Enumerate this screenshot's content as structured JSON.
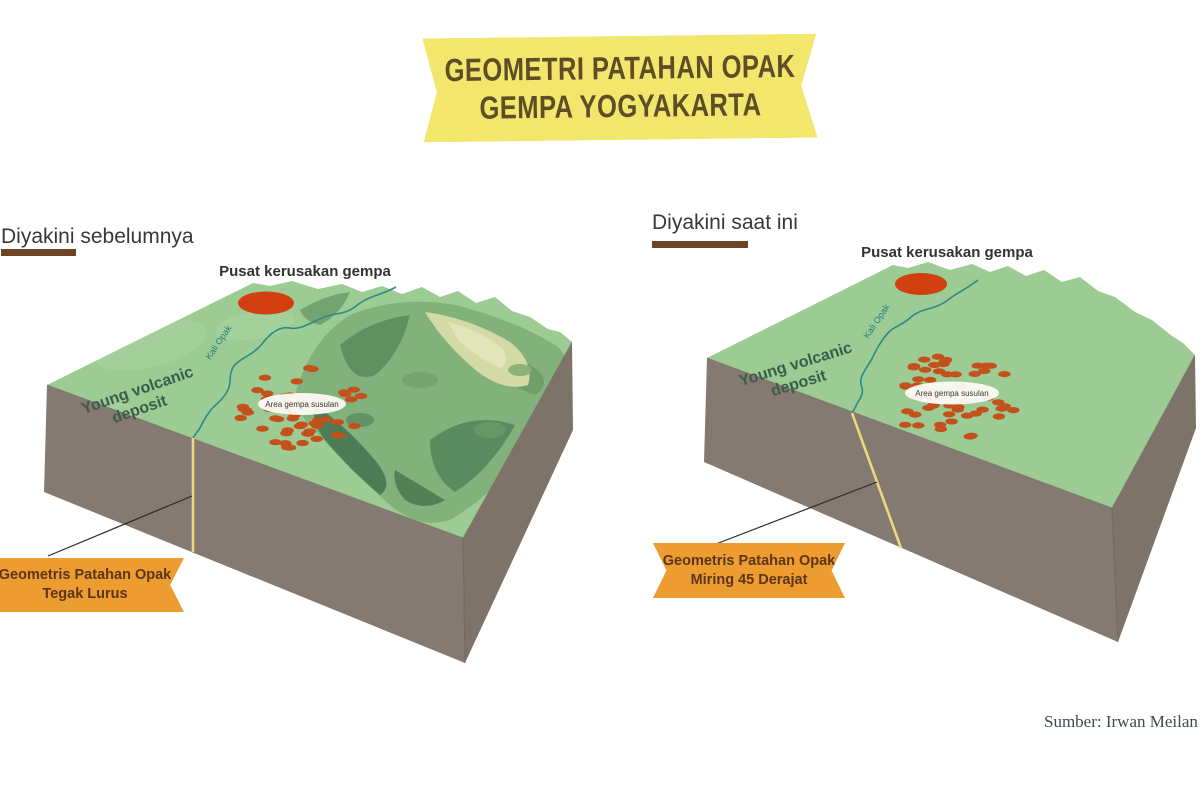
{
  "title": {
    "line1": "GEOMETRI PATAHAN OPAK",
    "line2": "GEMPA YOGYAKARTA"
  },
  "panels": [
    {
      "heading": "Diyakini sebelumnya",
      "damage_label": "Pusat kerusakan gempa",
      "aftershock_label": "Area gempa susulan",
      "river_label": "Kali Opak",
      "deposit_label_line1": "Young volcanic",
      "deposit_label_line2": "deposit",
      "fault_label_line1": "Geometris Patahan Opak",
      "fault_label_line2": "Tegak Lurus"
    },
    {
      "heading": "Diyakini saat ini",
      "damage_label": "Pusat kerusakan gempa",
      "aftershock_label": "Area gempa susulan",
      "river_label": "Kali Opak",
      "deposit_label_line1": "Young volcanic",
      "deposit_label_line2": "deposit",
      "fault_label_line1": "Geometris Patahan Opak",
      "fault_label_line2": "Miring 45 Derajat"
    }
  ],
  "source_credit": "Sumber: Irwan Meilan",
  "colors": {
    "ribbon_yellow": "#f3e66d",
    "ribbon_text": "#5f4d26",
    "heading_underline_brown": "#6d4526",
    "banner_orange": "#ec9c31",
    "banner_text_brown": "#5d3418",
    "terrain_green": "#9ccb93",
    "mountain_green": "#83b17c",
    "mountain_highlight_tan": "#d4daa6",
    "block_front_gray": "#847a71",
    "block_side_gray": "#7d7369",
    "river_teal": "#2e8a85",
    "epicenter_red": "#d23f10",
    "aftershock_dot_orange": "#c4501b",
    "fault_line_yellow": "#ecd77d",
    "source_text": "#3e4955"
  }
}
